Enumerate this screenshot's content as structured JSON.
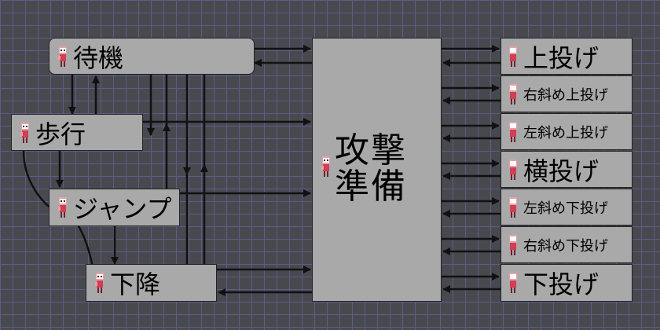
{
  "nodes": {
    "idle": "待機",
    "walk": "歩行",
    "jump": "ジャンプ",
    "fall": "下降",
    "attack_prep": [
      "攻撃",
      "準備"
    ],
    "throw_up": "上投げ",
    "throw_up_right": "右斜め上投げ",
    "throw_up_left": "左斜め上投げ",
    "throw_side": "横投げ",
    "throw_down_left": "左斜め下投げ",
    "throw_down_right": "右斜め下投げ",
    "throw_down": "下投げ"
  },
  "icons": {
    "node_icon": "character-sprite-icon"
  },
  "colors": {
    "box": "#a9a9a9",
    "line": "#111111",
    "background": "#48484f",
    "grid": "#5b5d86"
  }
}
